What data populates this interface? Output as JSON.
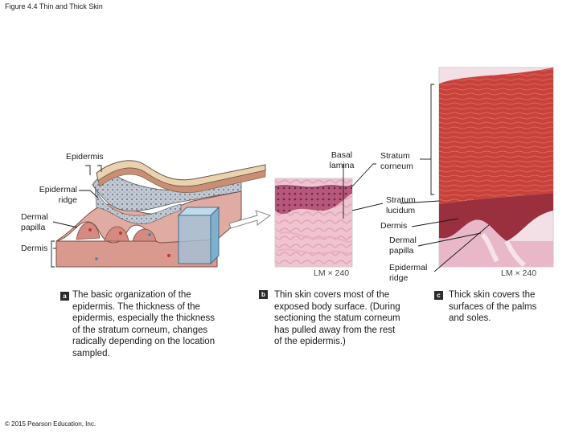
{
  "figure_title": "Figure 4.4 Thin and Thick Skin",
  "labels": {
    "epidermis": "Epidermis",
    "epidermal_ridge": "Epidermal ridge",
    "dermal_papilla": "Dermal papilla",
    "dermis_left": "Dermis",
    "basal_lamina": "Basal lamina",
    "stratum_corneum": "Stratum corneum",
    "stratum_lucidum": "Stratum lucidum",
    "dermis_mid": "Dermis",
    "dermal_papilla_mid": "Dermal papilla",
    "epidermal_ridge_mid": "Epidermal ridge"
  },
  "magnification": {
    "thin": "LM × 240",
    "thick": "LM × 240"
  },
  "panels": [
    {
      "badge": "a",
      "caption": "The basic organization of the epidermis. The thickness of the epidermis, especially the thickness of the stratum corneum, changes radically depending on the location sampled."
    },
    {
      "badge": "b",
      "caption": "Thin skin covers most of the exposed body surface. (During sectioning the statum corneum has pulled away from the rest of the epidermis.)"
    },
    {
      "badge": "c",
      "caption": "Thick skin covers the surfaces of the palms and soles."
    }
  ],
  "copyright": "© 2015 Pearson Education, Inc.",
  "colors": {
    "dermis": "#d9998f",
    "epidermis": "#bcc2cc",
    "corneum": "#e9d2b0",
    "stain_pink": "#e3a9b9",
    "stain_red": "#b8352f"
  }
}
